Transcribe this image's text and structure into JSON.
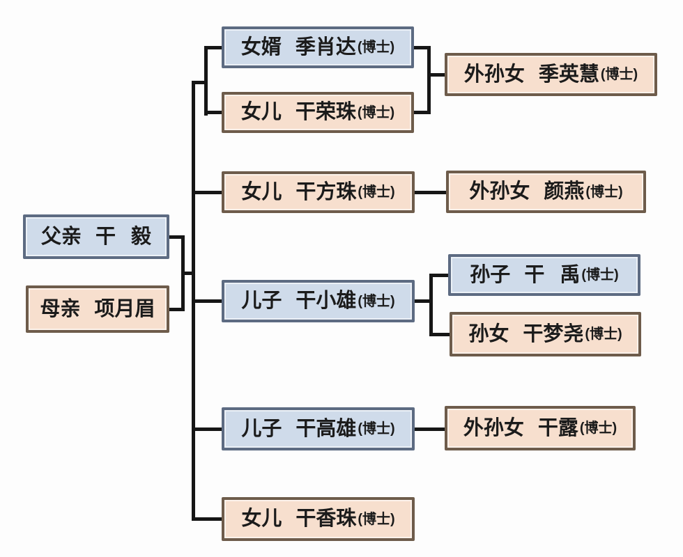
{
  "diagram": {
    "type": "family-tree",
    "colors": {
      "background": "#fdfdfd",
      "male_fill": "#cfdbea",
      "male_border": "#5d6b82",
      "female_fill": "#f7dfce",
      "female_border": "#6e5c4b",
      "line": "#161616",
      "text": "#1b1b1b"
    },
    "nodes": {
      "father": {
        "role": "父亲",
        "name": "干 毅",
        "degree": ""
      },
      "mother": {
        "role": "母亲",
        "name": "项月眉",
        "degree": ""
      },
      "son_in_law": {
        "role": "女婿",
        "name": "季肖达",
        "degree": "(博士)"
      },
      "daughter_rongzhu": {
        "role": "女儿",
        "name": "干荣珠",
        "degree": "(博士)"
      },
      "daughter_fangzhu": {
        "role": "女儿",
        "name": "干方珠",
        "degree": "(博士)"
      },
      "son_xiaoxiong": {
        "role": "儿子",
        "name": "干小雄",
        "degree": "(博士)"
      },
      "son_gaoxiong": {
        "role": "儿子",
        "name": "干高雄",
        "degree": "(博士)"
      },
      "daughter_xiangzhu": {
        "role": "女儿",
        "name": "干香珠",
        "degree": "(博士)"
      },
      "granddaughter_yinghui": {
        "role": "外孙女",
        "name": "季英慧",
        "degree": "(博士)"
      },
      "granddaughter_yanyan": {
        "role": "外孙女",
        "name": "颜燕",
        "degree": "(博士)"
      },
      "grandson_ganyu": {
        "role": "孙子",
        "name": "干 禹",
        "degree": "(博士)"
      },
      "granddaughter_mengyao": {
        "role": "孙女",
        "name": "干梦尧",
        "degree": "(博士)"
      },
      "granddaughter_ganlu": {
        "role": "外孙女",
        "name": "干露",
        "degree": "(博士)"
      }
    }
  }
}
